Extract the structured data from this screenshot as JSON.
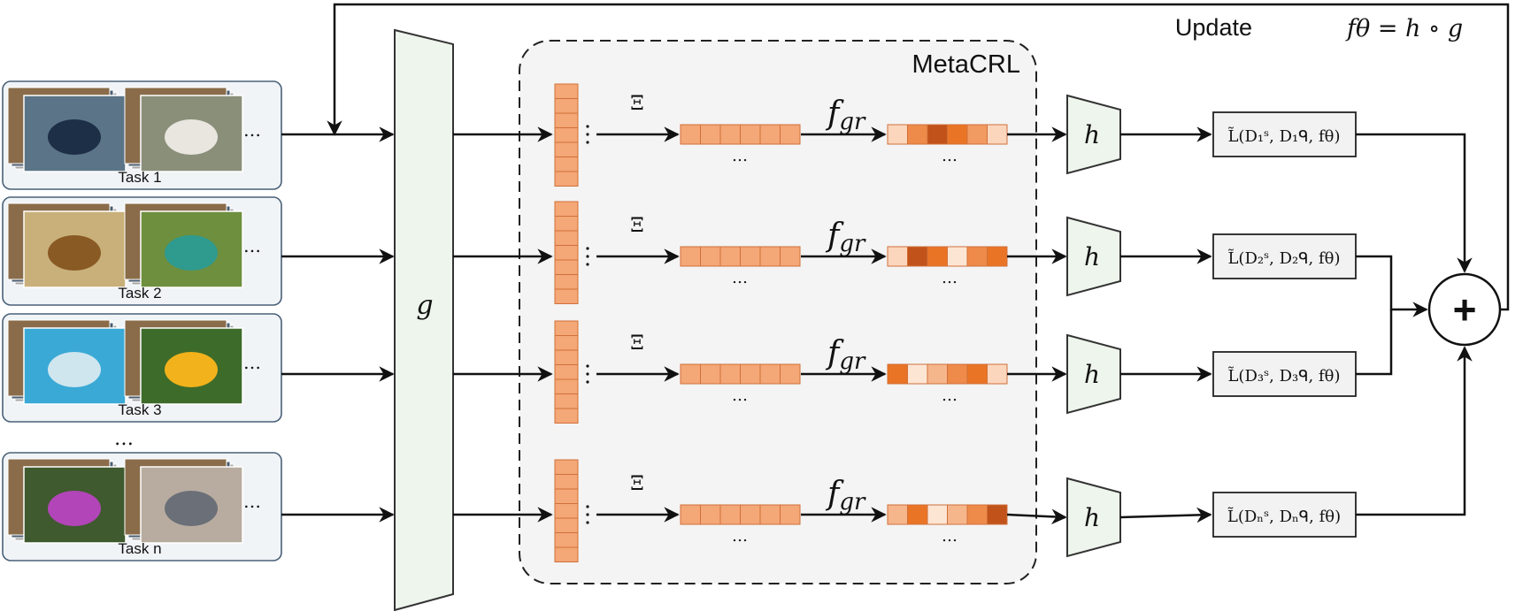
{
  "header": {
    "update_label": "Update",
    "update_formula": "fθ = h ∘ g"
  },
  "module": {
    "title": "MetaCRL"
  },
  "encoder": {
    "label": "g"
  },
  "operators": {
    "xi": "Ξ",
    "fgr_main": "f",
    "fgr_sub": "gr",
    "head": "h",
    "sum": "+"
  },
  "ellipsis": "…",
  "tasks": [
    {
      "label": "Task 1",
      "images": [
        {
          "name": "car-photo-icon",
          "bg": "#5b7487",
          "fg": "#1c2f46"
        },
        {
          "name": "bird-photo-icon",
          "bg": "#8a8f7a",
          "fg": "#e9e6df"
        }
      ],
      "dots": "…",
      "loss": "L̃(D₁ˢ, D₁ᑫ, fθ)",
      "heat": [
        "#fbd6bd",
        "#ee8a4a",
        "#c0521a",
        "#ea7426",
        "#f19a62",
        "#fbd6bd"
      ]
    },
    {
      "label": "Task 2",
      "images": [
        {
          "name": "lion-photo-icon",
          "bg": "#c9b07a",
          "fg": "#8a5a24"
        },
        {
          "name": "hummingbird-photo-icon",
          "bg": "#6e8f3e",
          "fg": "#2f9a8e"
        }
      ],
      "dots": "…",
      "loss": "L̃(D₂ˢ, D₂ᑫ, fθ)",
      "heat": [
        "#fbd6bd",
        "#c0521a",
        "#ea7426",
        "#fde5d4",
        "#ee8a4a",
        "#ea7426"
      ]
    },
    {
      "label": "Task 3",
      "images": [
        {
          "name": "dolphin-photo-icon",
          "bg": "#3aa9d6",
          "fg": "#cfe6ef"
        },
        {
          "name": "sunflowers-photo-icon",
          "bg": "#3d6b2a",
          "fg": "#f2b21b"
        }
      ],
      "dots": "…",
      "loss": "L̃(D₃ˢ, D₃ᑫ, fθ)",
      "heat": [
        "#ea7426",
        "#fde5d4",
        "#f6b68c",
        "#ee8a4a",
        "#ea7426",
        "#fbd6bd"
      ]
    },
    {
      "label": "Task n",
      "images": [
        {
          "name": "flower-photo-icon",
          "bg": "#3f5a2e",
          "fg": "#b245b8"
        },
        {
          "name": "cat-photo-icon",
          "bg": "#b8aca0",
          "fg": "#6b6f77"
        }
      ],
      "dots": "…",
      "loss": "L̃(Dₙˢ, Dₙᑫ, fθ)",
      "heat": [
        "#f6b68c",
        "#ea7426",
        "#fde5d4",
        "#f6b68c",
        "#ee8a4a",
        "#c0521a"
      ]
    }
  ],
  "colors": {
    "cell": "#f4a777",
    "cell_border": "#d0703a",
    "panel_fill": "#f1f4f7",
    "panel_stroke": "#4a6178",
    "encoder_fill": "#eef5ec",
    "loss_fill": "#f2f2f2",
    "module_fill": "#f4f4f4"
  }
}
